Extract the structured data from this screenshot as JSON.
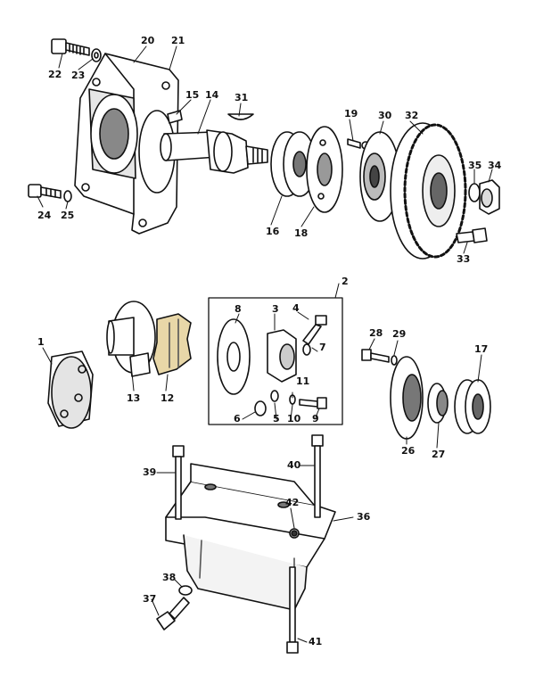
{
  "diagram": {
    "ink_color": "#111111",
    "shade_color": "#555555",
    "paper_color": "#ffffff",
    "parts": [
      {
        "number": "1"
      },
      {
        "number": "2"
      },
      {
        "number": "3"
      },
      {
        "number": "4"
      },
      {
        "number": "5"
      },
      {
        "number": "6"
      },
      {
        "number": "7"
      },
      {
        "number": "8"
      },
      {
        "number": "9"
      },
      {
        "number": "10"
      },
      {
        "number": "11"
      },
      {
        "number": "12"
      },
      {
        "number": "13"
      },
      {
        "number": "14"
      },
      {
        "number": "15"
      },
      {
        "number": "16"
      },
      {
        "number": "17"
      },
      {
        "number": "18"
      },
      {
        "number": "19"
      },
      {
        "number": "20"
      },
      {
        "number": "21"
      },
      {
        "number": "22"
      },
      {
        "number": "23"
      },
      {
        "number": "24"
      },
      {
        "number": "25"
      },
      {
        "number": "26"
      },
      {
        "number": "27"
      },
      {
        "number": "28"
      },
      {
        "number": "29"
      },
      {
        "number": "30"
      },
      {
        "number": "31"
      },
      {
        "number": "32"
      },
      {
        "number": "33"
      },
      {
        "number": "34"
      },
      {
        "number": "35"
      },
      {
        "number": "36"
      },
      {
        "number": "37"
      },
      {
        "number": "38"
      },
      {
        "number": "39"
      },
      {
        "number": "40"
      },
      {
        "number": "41"
      },
      {
        "number": "42"
      }
    ]
  }
}
